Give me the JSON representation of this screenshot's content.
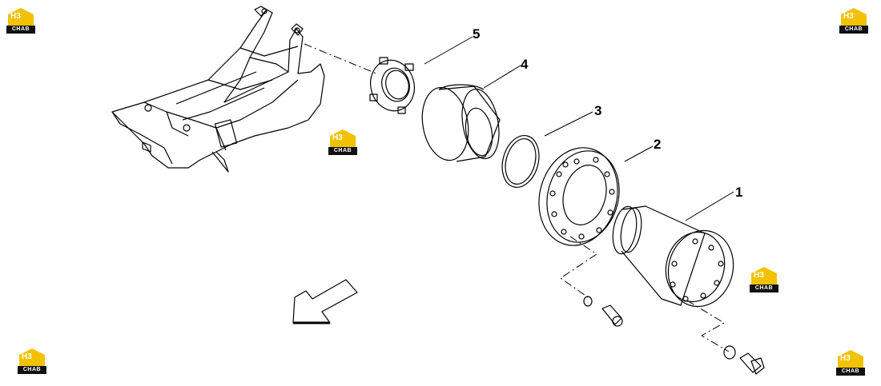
{
  "callouts": [
    {
      "id": "1",
      "label": "1"
    },
    {
      "id": "2",
      "label": "2"
    },
    {
      "id": "3",
      "label": "3"
    },
    {
      "id": "4",
      "label": "4"
    },
    {
      "id": "5",
      "label": "5"
    }
  ],
  "watermark": {
    "top": "H3",
    "bottom": "CHAB"
  },
  "colors": {
    "line": "#000000",
    "logo_yellow": "#f2c200",
    "logo_dark": "#111111"
  }
}
